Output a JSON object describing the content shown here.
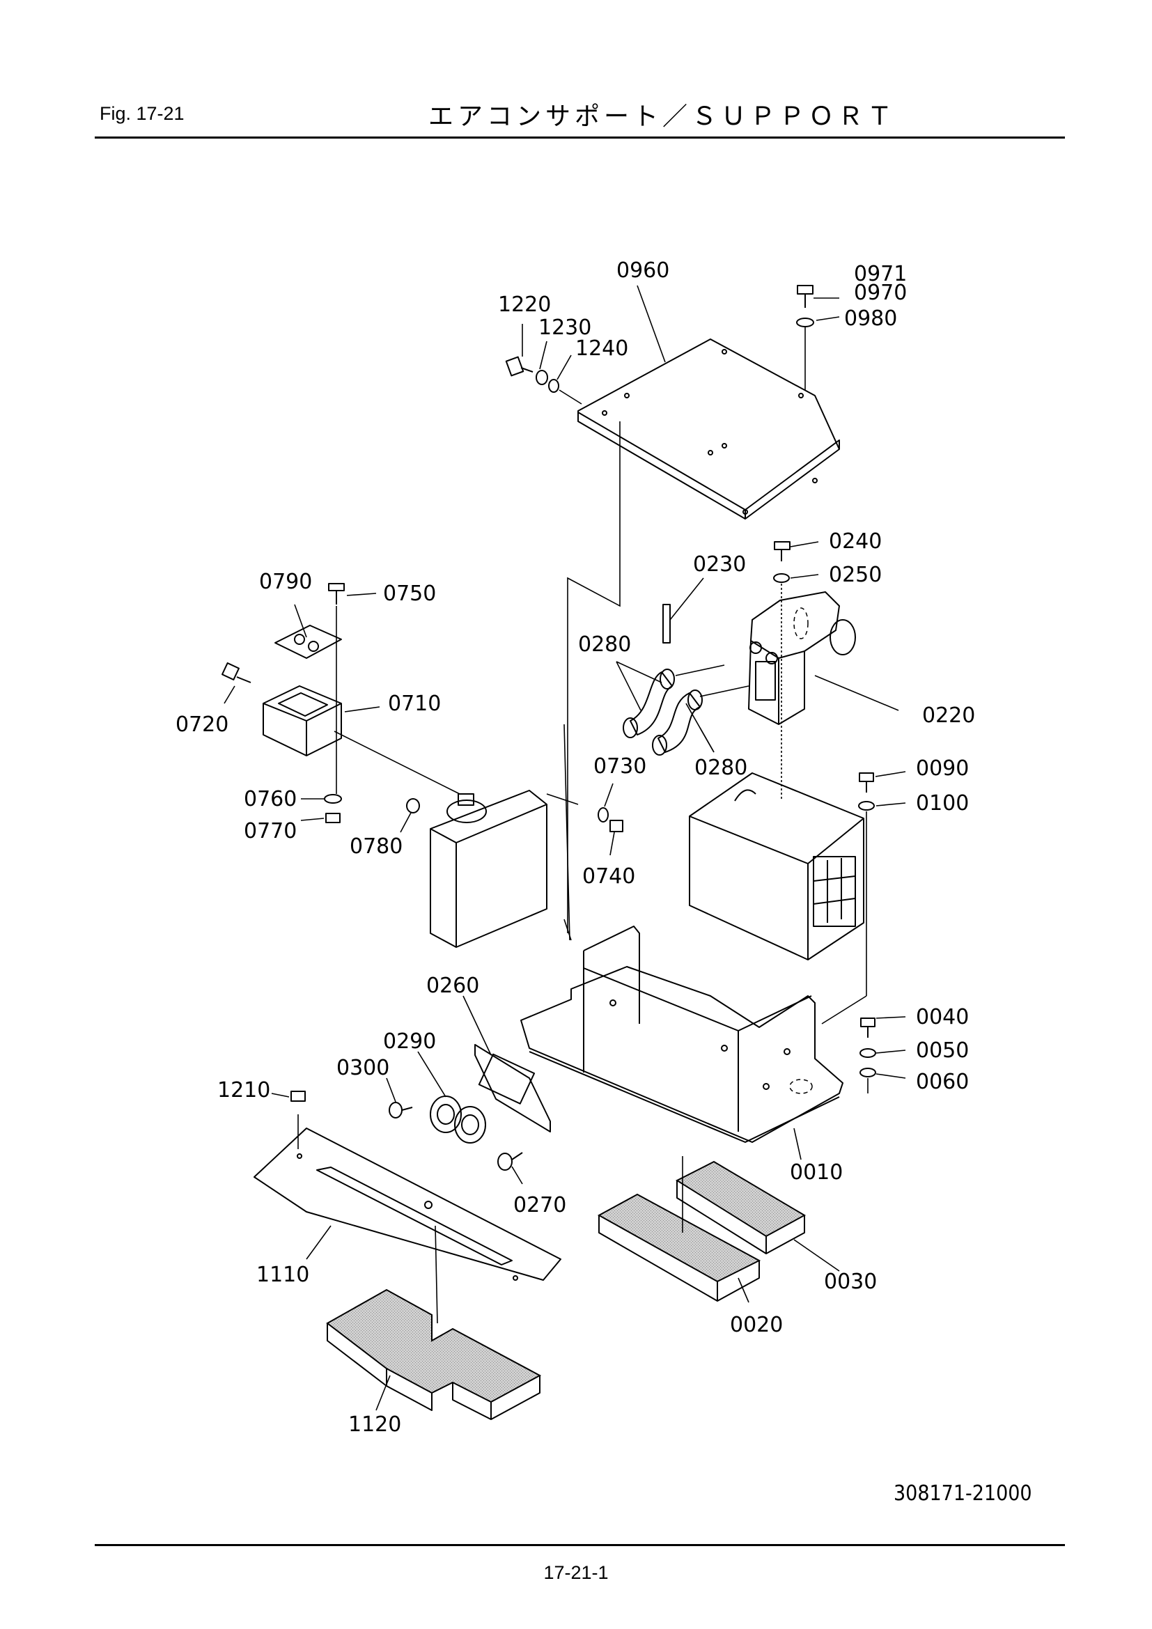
{
  "header": {
    "fig_label": "Fig.  17-21",
    "title": "エアコンサポート／ＳＵＰＰＯＲＴ"
  },
  "drawing_number": "308171-21000",
  "page_number": "17-21-1",
  "callouts": {
    "c0960": "0960",
    "c0971": "0971",
    "c0970": "0970",
    "c0980": "0980",
    "c1220": "1220",
    "c1230": "1230",
    "c1240": "1240",
    "c0240": "0240",
    "c0250": "0250",
    "c0230": "0230",
    "c0220": "0220",
    "c0280a": "0280",
    "c0280b": "0280",
    "c0790": "0790",
    "c0750": "0750",
    "c0710": "0710",
    "c0720": "0720",
    "c0760": "0760",
    "c0770": "0770",
    "c0780": "0780",
    "c0730": "0730",
    "c0740": "0740",
    "c0090": "0090",
    "c0100": "0100",
    "c0260": "0260",
    "c0290": "0290",
    "c0300": "0300",
    "c1210": "1210",
    "c0040": "0040",
    "c0050": "0050",
    "c0060": "0060",
    "c0010": "0010",
    "c0270": "0270",
    "c1110": "1110",
    "c0030": "0030",
    "c0020": "0020",
    "c1120": "1120"
  },
  "colors": {
    "ink": "#000000",
    "paper": "#ffffff",
    "foam_fill": "#c8c8c8"
  }
}
